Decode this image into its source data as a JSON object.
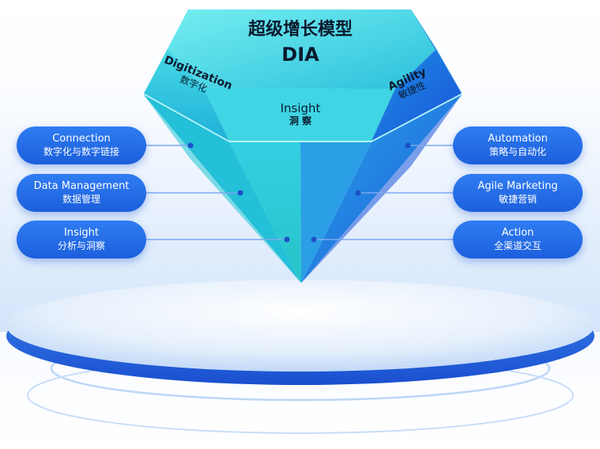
{
  "title": {
    "zh": "超级增长模型",
    "en": "DIA"
  },
  "gem_faces": {
    "digitization": {
      "en": "Digitization",
      "zh": "数字化"
    },
    "insight": {
      "en": "Insight",
      "zh": "洞 察"
    },
    "agility": {
      "en": "Agility",
      "zh": "敏捷性"
    }
  },
  "left_items": [
    {
      "en": "Connection",
      "zh": "数字化与数字链接"
    },
    {
      "en": "Data Management",
      "zh": "数据管理"
    },
    {
      "en": "Insight",
      "zh": "分析与洞察"
    }
  ],
  "right_items": [
    {
      "en": "Automation",
      "zh": "策略与自动化"
    },
    {
      "en": "Agile Marketing",
      "zh": "敏捷营销"
    },
    {
      "en": "Action",
      "zh": "全渠道交互"
    }
  ],
  "colors": {
    "gem_light": "#5fe6e6",
    "gem_mid": "#1fb3d6",
    "gem_dark": "#1e63e0",
    "pill": "#2368e6",
    "platform_top": "#d8e8fb",
    "platform_edge": "#1d5fdc"
  }
}
